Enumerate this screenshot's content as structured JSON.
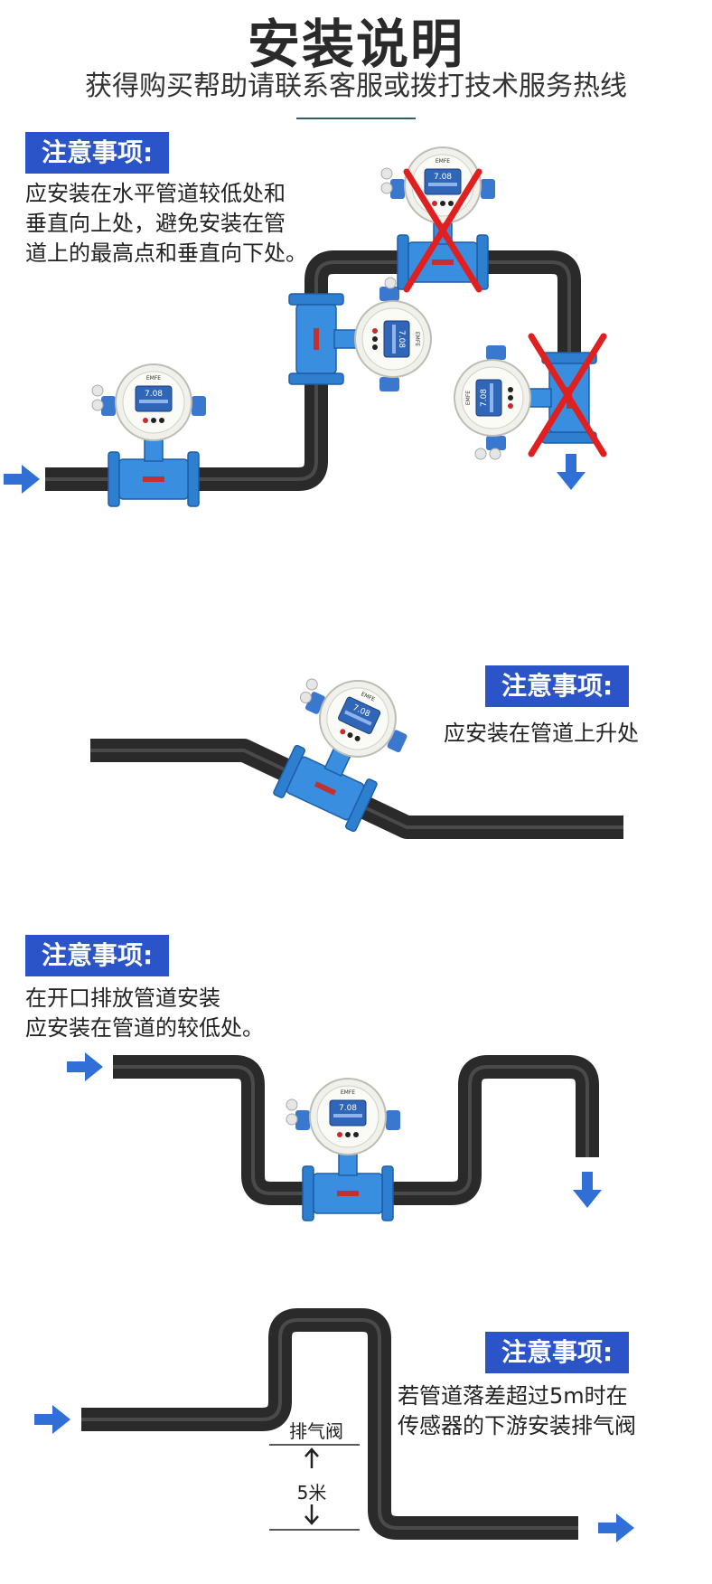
{
  "header": {
    "title": "安装说明",
    "subtitle": "获得购买帮助请联系客服或拨打技术服务热线"
  },
  "sections": [
    {
      "notice_label": "注意事项:",
      "text": "应安装在水平管道较低处和\n垂直向上处，避免安装在管\n道上的最高点和垂直向下处。"
    },
    {
      "notice_label": "注意事项:",
      "text": "应安装在管道上升处"
    },
    {
      "notice_label": "注意事项:",
      "text": "在开口排放管道安装\n应安装在管道的较低处。"
    },
    {
      "notice_label": "注意事项:",
      "text": "若管道落差超过5m时在\n传感器的下游安装排气阀",
      "valve_label": "排气阀",
      "height_label": "5米"
    }
  ],
  "meter": {
    "display_reading": "7.08",
    "brand_text": "EMFE"
  },
  "colors": {
    "notice_bg": "#2b54c8",
    "pipe": "#2a2a2a",
    "meter_blue": "#2e7fd0",
    "arrow": "#2f6fd6",
    "cross": "#e02020"
  }
}
